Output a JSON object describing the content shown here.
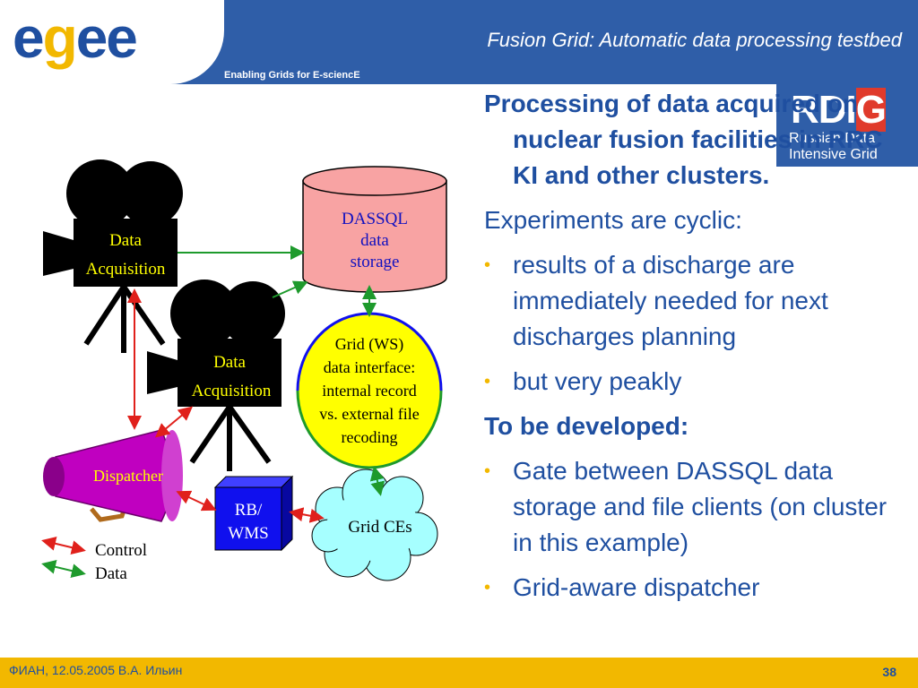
{
  "header": {
    "logo": "egee",
    "title": "Fusion Grid: Automatic data processing testbed",
    "subtitle": "Enabling Grids for E-sciencE"
  },
  "rdig": {
    "mark": "RDIG",
    "line1": "Russian Data",
    "line2": "Intensive Grid"
  },
  "diagram": {
    "camera1": [
      "Data",
      "Acquisition"
    ],
    "camera2": [
      "Data",
      "Acquisition"
    ],
    "storage": [
      "DASSQL",
      "data",
      "storage"
    ],
    "ws": [
      "Grid (WS)",
      "data interface:",
      "internal record",
      "vs. external file",
      "recoding"
    ],
    "dispatcher": "Dispatcher",
    "rbwms": [
      "RB/",
      "WMS"
    ],
    "gridces": "Grid CEs",
    "legend": {
      "control": "Control",
      "data": "Data"
    },
    "colors": {
      "control": "#e0201b",
      "data": "#1e9a2c",
      "storage": "#f8a3a3",
      "ws": "#ffff00",
      "cloud": "#a6ffff",
      "rbwms": "#1010ee",
      "dispatcher": "#c000c0"
    }
  },
  "content": {
    "intro": "Processing of data acquired on nuclear fusion facilities in RRC KI and other clusters.",
    "cyclic": "Experiments are cyclic:",
    "bullets1": [
      "results of a discharge are immediately needed for next discharges planning",
      "but very peakly"
    ],
    "develop": "To be developed:",
    "bullets2": [
      "Gate between DASSQL data storage and file clients (on cluster in this example)",
      "Grid-aware dispatcher"
    ]
  },
  "footer": {
    "text": "ФИАН,   12.05.2005      В.А. Ильин",
    "page": "38"
  }
}
